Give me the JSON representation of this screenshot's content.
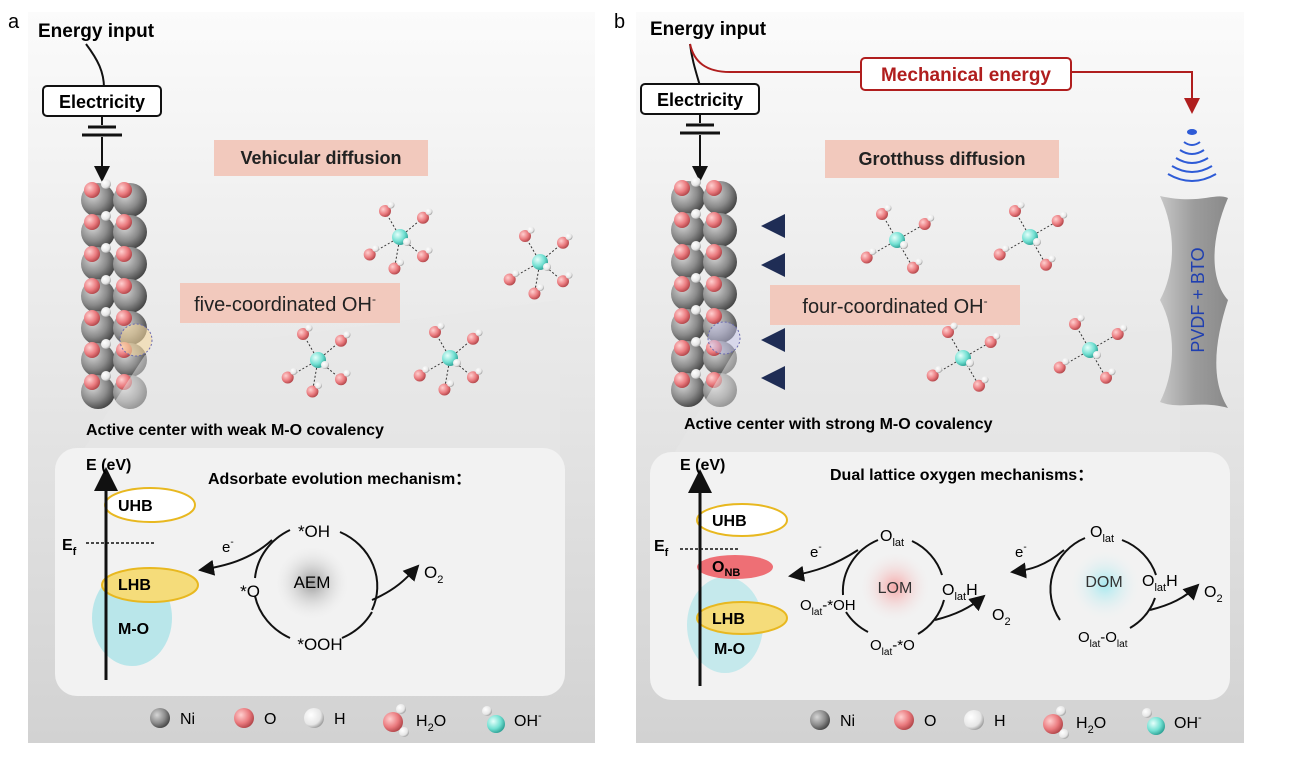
{
  "panels": [
    {
      "letter": "a",
      "energy_input": "Energy input",
      "electricity": "Electricity",
      "diffusion_label": "Vehicular diffusion",
      "coordination_label": "five-coordinated OH",
      "coordination_sup": "-",
      "active_center": "Active center with weak M-O covalency",
      "energy_axis": "E (eV)",
      "fermi": "E",
      "fermi_sub": "f",
      "bands": [
        "UHB",
        "LHB",
        "M-O"
      ],
      "mechanism_title": "Adsorbate evolution mechanism：",
      "cycle_center": "AEM",
      "cycle_nodes": [
        "*OH",
        "*O",
        "*OOH"
      ],
      "electron": "e",
      "electron_sup": "-",
      "product": "O",
      "product_sub": "2"
    },
    {
      "letter": "b",
      "energy_input": "Energy input",
      "electricity": "Electricity",
      "mechanical": "Mechanical energy",
      "diffusion_label": "Grotthuss diffusion",
      "coordination_label": "four-coordinated OH",
      "coordination_sup": "-",
      "active_center": "Active center with strong M-O covalency",
      "piezo_label": "PVDF + BTO",
      "energy_axis": "E (eV)",
      "fermi": "E",
      "fermi_sub": "f",
      "bands": [
        "UHB",
        "O",
        "LHB",
        "M-O"
      ],
      "onb_sub": "NB",
      "mechanism_title": "Dual lattice oxygen mechanisms：",
      "lom_center": "LOM",
      "dom_center": "DOM",
      "electron": "e",
      "electron_sup": "-",
      "lat": "lat",
      "o": "O",
      "h": "H",
      "star_oh": "-*OH",
      "star_o": "-*O",
      "dash": "-",
      "product": "O",
      "product_sub": "2"
    }
  ],
  "legend": [
    {
      "label": "Ni"
    },
    {
      "label": "O"
    },
    {
      "label": "H"
    },
    {
      "label": "H",
      "sub": "2",
      "suffix": "O"
    },
    {
      "label": "OH",
      "sup": "-"
    }
  ],
  "colors": {
    "ni": "#7d7d7d",
    "oxygen": "#e8787c",
    "hydrogen": "#f2f2f2",
    "oh": "#7fe3d6",
    "label_box": "#f2c9bd",
    "uhb": "#e8b820",
    "lhb": "#f5dc7a",
    "mo": "#b9e6ea",
    "onb": "#ee6f75",
    "mechanical": "#b01e1e",
    "arrow_dark": "#1f2d55"
  }
}
